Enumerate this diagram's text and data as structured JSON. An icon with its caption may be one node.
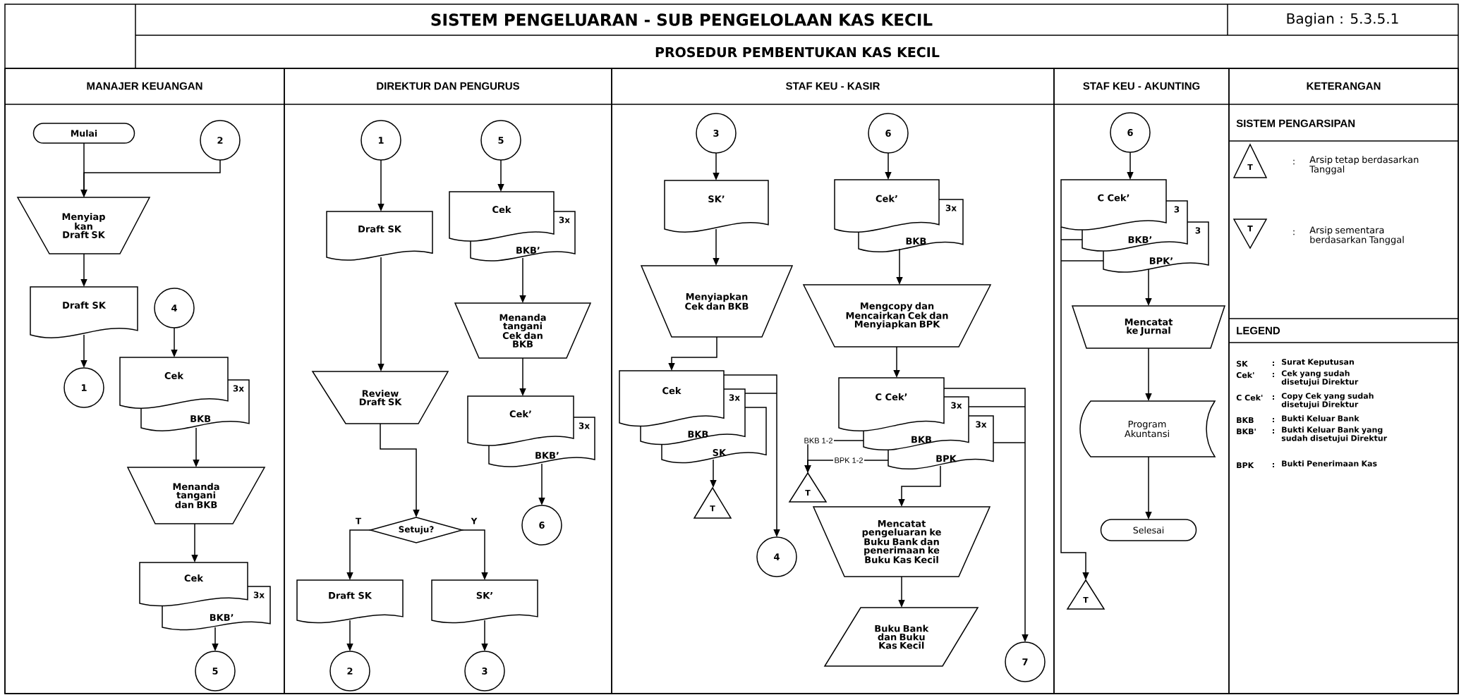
{
  "diagram": {
    "title": "SISTEM PENGELUARAN - SUB PENGELOLAAN KAS KECIL",
    "nodes": [
      {
        "text": [
          "MANAJER KEUANGAN"
        ]
      },
      {
        "text": [
          "DIREKTUR DAN PENGURUS"
        ]
      },
      {
        "text": [
          "STAF KEU - KASIR"
        ]
      },
      {
        "text": [
          "STAF KEU - AKUNTING"
        ]
      },
      {
        "text": [
          "KETERANGAN"
        ]
      },
      {
        "text": [
          "Mulai"
        ],
        "in": 0
      },
      {
        "text": [
          "2"
        ],
        "in": 0
      },
      {
        "text": [
          "Menyiap kan Draft SK"
        ],
        "in": 0
      },
      {
        "text": [
          "Draft SK"
        ],
        "in": 0
      },
      {
        "text": [
          "4"
        ],
        "in": 0
      },
      {
        "text": [
          "1"
        ],
        "in": 0
      },
      {
        "text": [
          "Cek",
          "BKB",
          "3x"
        ],
        "in": 0
      },
      {
        "text": [
          "Menanda tangani dan BKB"
        ],
        "in": 0
      },
      {
        "text": [
          "Cek",
          "BKB’",
          "3x"
        ],
        "in": 0
      },
      {
        "text": [
          "5"
        ],
        "in": 0
      },
      {
        "text": [
          "1"
        ],
        "in": 1
      },
      {
        "text": [
          "5"
        ],
        "in": 1
      },
      {
        "text": [
          "Draft SK"
        ],
        "in": 1
      },
      {
        "text": [
          "Cek",
          "BKB’",
          "3x"
        ],
        "in": 1
      },
      {
        "text": [
          "Menanda tangani Cek dan BKB"
        ],
        "in": 1
      },
      {
        "text": [
          "Review Draft SK"
        ],
        "in": 1
      },
      {
        "text": [
          "Cek’",
          "BKB’",
          "3x"
        ],
        "in": 1
      },
      {
        "text": [
          "6"
        ],
        "in": 1
      },
      {
        "text": [
          "Setuju?"
        ],
        "in": 1
      },
      {
        "text": [
          "Draft SK"
        ],
        "in": 1
      },
      {
        "text": [
          "SK’"
        ],
        "in": 1
      },
      {
        "text": [
          "2"
        ],
        "in": 1
      },
      {
        "text": [
          "3"
        ],
        "in": 1
      },
      {
        "text": [
          "3"
        ],
        "in": 2
      },
      {
        "text": [
          "6"
        ],
        "in": 2
      },
      {
        "text": [
          "SK’"
        ],
        "in": 2
      },
      {
        "text": [
          "Cek’",
          "BKB",
          "3x"
        ],
        "in": 2
      },
      {
        "text": [
          "Menyiapkan Cek dan BKB"
        ],
        "in": 2
      },
      {
        "text": [
          "Mengcopy dan Mencairkan Cek dan Menyiapkan BPK"
        ],
        "in": 2
      },
      {
        "text": [
          "Cek",
          "BKB",
          "SK",
          "3x"
        ],
        "in": 2
      },
      {
        "text": [
          "C Cek’",
          "BKB",
          "BPK",
          "3x",
          "3x"
        ],
        "in": 2
      },
      {
        "text": [
          "T"
        ],
        "in": 2
      },
      {
        "text": [
          "T"
        ],
        "in": 2
      },
      {
        "text": [
          "4"
        ],
        "in": 2
      },
      {
        "text": [
          "Mencatat pengeluaran ke Buku Bank dan penerimaan ke Buku Kas Kecil"
        ],
        "in": 2
      },
      {
        "text": [
          "Buku Bank dan Buku Kas Kecil"
        ],
        "in": 2
      },
      {
        "text": [
          "7"
        ],
        "in": 2
      },
      {
        "text": [
          "6"
        ],
        "in": 3
      },
      {
        "text": [
          "C Cek’",
          "BKB’",
          "BPK’",
          "3",
          "3"
        ],
        "in": 3
      },
      {
        "text": [
          "Mencatat ke Jurnal"
        ],
        "in": 3
      },
      {
        "text": [
          "Program Akuntansi"
        ],
        "in": 3
      },
      {
        "text": [
          "Selesai"
        ],
        "in": 3
      },
      {
        "text": [
          "T"
        ],
        "in": 3
      },
      {
        "text": [
          "T"
        ],
        "in": 4,
        "beside": [
          ":",
          "Arsip tetap berdasarkan Tanggal"
        ]
      },
      {
        "text": [
          "T"
        ],
        "in": 4,
        "beside": [
          ":",
          "Arsip sementara berdasarkan Tanggal"
        ]
      }
    ],
    "edges": [
      {
        "from": 5,
        "to": 7,
        "arrow": "to"
      },
      {
        "from": 6,
        "to": 7,
        "arrow": "to"
      },
      {
        "from": 7,
        "to": 8,
        "arrow": "to"
      },
      {
        "from": 8,
        "to": 10,
        "arrow": "to"
      },
      {
        "from": 9,
        "to": 11,
        "arrow": "to"
      },
      {
        "from": 11,
        "to": 12,
        "arrow": "to"
      },
      {
        "from": 12,
        "to": 13,
        "arrow": "to"
      },
      {
        "from": 13,
        "to": 14,
        "arrow": "to"
      },
      {
        "from": 15,
        "to": 17,
        "arrow": "to"
      },
      {
        "from": 17,
        "to": 20,
        "arrow": "to"
      },
      {
        "from": 20,
        "to": 23,
        "arrow": "to"
      },
      {
        "from": 23,
        "to": 24,
        "arrow": "to",
        "label": "T"
      },
      {
        "from": 23,
        "to": 25,
        "arrow": "to",
        "label": "Y"
      },
      {
        "from": 24,
        "to": 26,
        "arrow": "to"
      },
      {
        "from": 25,
        "to": 27,
        "arrow": "to"
      },
      {
        "from": 16,
        "to": 18,
        "arrow": "to"
      },
      {
        "from": 18,
        "to": 19,
        "arrow": "to"
      },
      {
        "from": 19,
        "to": 21,
        "arrow": "to"
      },
      {
        "from": 21,
        "to": 22,
        "arrow": "to"
      },
      {
        "from": 28,
        "to": 30,
        "arrow": "to"
      },
      {
        "from": 30,
        "to": 32,
        "arrow": "to"
      },
      {
        "from": 32,
        "to": 34,
        "arrow": "to"
      },
      {
        "from": 34,
        "to": 37,
        "arrow": "to"
      },
      {
        "from": 34,
        "to": 38,
        "arrow": "to"
      },
      {
        "from": 29,
        "to": 31,
        "arrow": "to"
      },
      {
        "from": 31,
        "to": 33,
        "arrow": "to"
      },
      {
        "from": 33,
        "to": 35,
        "arrow": "to"
      },
      {
        "from": 35,
        "to": 36,
        "arrow": "to",
        "label": "BKB 1-2"
      },
      {
        "from": 35,
        "to": 36,
        "arrow": "to",
        "label": "BPK 1-2"
      },
      {
        "from": 35,
        "to": 39,
        "arrow": "to"
      },
      {
        "from": 35,
        "to": 41,
        "arrow": "to"
      },
      {
        "from": 39,
        "to": 40,
        "arrow": "to"
      },
      {
        "from": 42,
        "to": 43,
        "arrow": "to"
      },
      {
        "from": 43,
        "to": 44,
        "arrow": "to"
      },
      {
        "from": 43,
        "to": 47,
        "arrow": "to"
      },
      {
        "from": 44,
        "to": 45,
        "arrow": "to"
      },
      {
        "from": 45,
        "to": 46,
        "arrow": "to"
      }
    ],
    "labels": [
      "Bagian : 5.3.5.1",
      "PROSEDUR PEMBENTUKAN KAS KECIL",
      "SISTEM PENGARSIPAN",
      "LEGEND",
      "SK",
      ":",
      "Surat Keputusan",
      "Cek'",
      ":",
      "Cek yang sudah disetujui Direktur",
      "C Cek'",
      ":",
      "Copy Cek yang sudah disetujui Direktur",
      "BKB",
      ":",
      "Bukti Keluar Bank",
      "BKB'",
      ":",
      "Bukti Keluar Bank yang sudah disetujui Direktur",
      "BPK",
      ":",
      "Bukti Penerimaan Kas"
    ]
  }
}
